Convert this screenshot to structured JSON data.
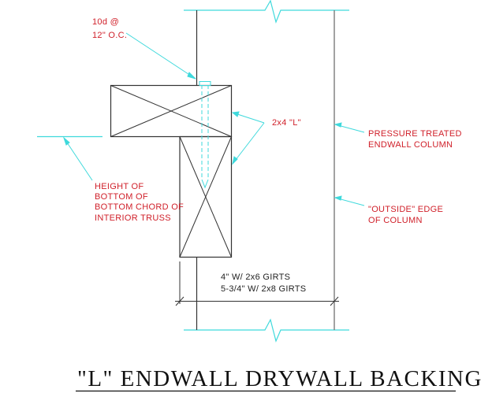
{
  "drawing": {
    "title": "\"L\" ENDWALL DRYWALL BACKING",
    "colors": {
      "background": "#ffffff",
      "structure": "#333333",
      "column": "#7a7a7a",
      "leader": "#3fd9dc",
      "annotation": "#d0202a",
      "dimension_text": "#222222"
    },
    "annotations": {
      "nail_line1": "10d @",
      "nail_line2": "12\" O.C.",
      "member": "2x4 \"L\"",
      "column_line1": "PRESSURE TREATED",
      "column_line2": "ENDWALL COLUMN",
      "edge_line1": "\"OUTSIDE\" EDGE",
      "edge_line2": "OF COLUMN",
      "truss_line1": "HEIGHT OF",
      "truss_line2": "BOTTOM OF",
      "truss_line3": "BOTTOM CHORD OF",
      "truss_line4": "INTERIOR TRUSS"
    },
    "dimension": {
      "line1": "4\" W/ 2x6 GIRTS",
      "line2": "5-3/4\" W/ 2x8 GIRTS"
    }
  }
}
